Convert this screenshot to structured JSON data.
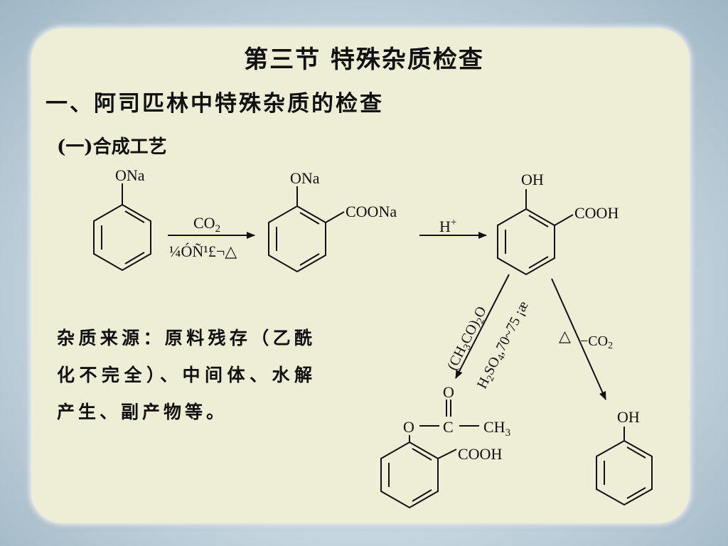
{
  "slide": {
    "title": "第三节 特殊杂质检查",
    "heading": "一、阿司匹林中特殊杂质的检查",
    "subheading": "(一)合成工艺",
    "note": "杂质来源：原料残存（乙酰化不完全）、中间体、水解产生、副产物等。"
  },
  "scheme": {
    "phenoxide_group": "ONa",
    "salicylate_group_top": "ONa",
    "salicylate_group_side": "COONa",
    "reagent_co2": "CO",
    "reagent_co2_sub": "2",
    "reagent_conditions": "¼ÓÑ¹£¬△",
    "acid_reagent": "H",
    "acid_reagent_sup": "+",
    "salicylic_group_top": "OH",
    "salicylic_group_side": "COOH",
    "acetylation_a": "(CH",
    "acetylation_a_sub1": "3",
    "acetylation_a_mid": "CO)",
    "acetylation_a_sub2": "2",
    "acetylation_a_end": "O",
    "acetylation_b": "H",
    "acetylation_b_sub1": "2",
    "acetylation_b_mid": "SO",
    "acetylation_b_sub2": "4",
    "acetylation_b_end": ",70~75 ¡æ",
    "decarboxylation_heat": "△",
    "decarboxylation_loss": "−CO",
    "decarboxylation_loss_sub": "2",
    "aspirin_carbonyl_o": "O",
    "aspirin_ester_o": "O",
    "aspirin_carbon": "C",
    "aspirin_methyl": "CH",
    "aspirin_methyl_sub": "3",
    "aspirin_acid": "COOH",
    "phenol_group": "OH"
  }
}
